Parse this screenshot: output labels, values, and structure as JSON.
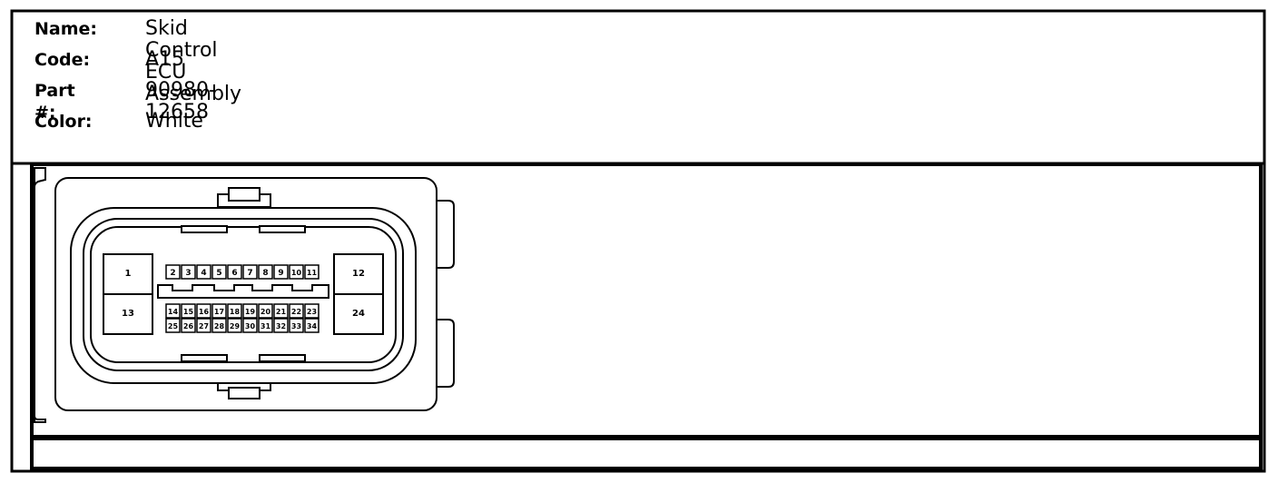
{
  "info": {
    "name_label": "Name:",
    "name_value": "Skid Control ECU Assembly",
    "code_label": "Code:",
    "code_value": "A15",
    "part_label": "Part #:",
    "part_value": "90980-12658",
    "color_label": "Color:",
    "color_value": "White"
  },
  "connector": {
    "large_pins": {
      "top_left": "1",
      "bottom_left": "13",
      "top_right": "12",
      "bottom_right": "24"
    },
    "row1": [
      "2",
      "3",
      "4",
      "5",
      "6",
      "7",
      "8",
      "9",
      "10",
      "11"
    ],
    "row2": [
      "14",
      "15",
      "16",
      "17",
      "18",
      "19",
      "20",
      "21",
      "22",
      "23"
    ],
    "row3": [
      "25",
      "26",
      "27",
      "28",
      "29",
      "30",
      "31",
      "32",
      "33",
      "34"
    ]
  }
}
